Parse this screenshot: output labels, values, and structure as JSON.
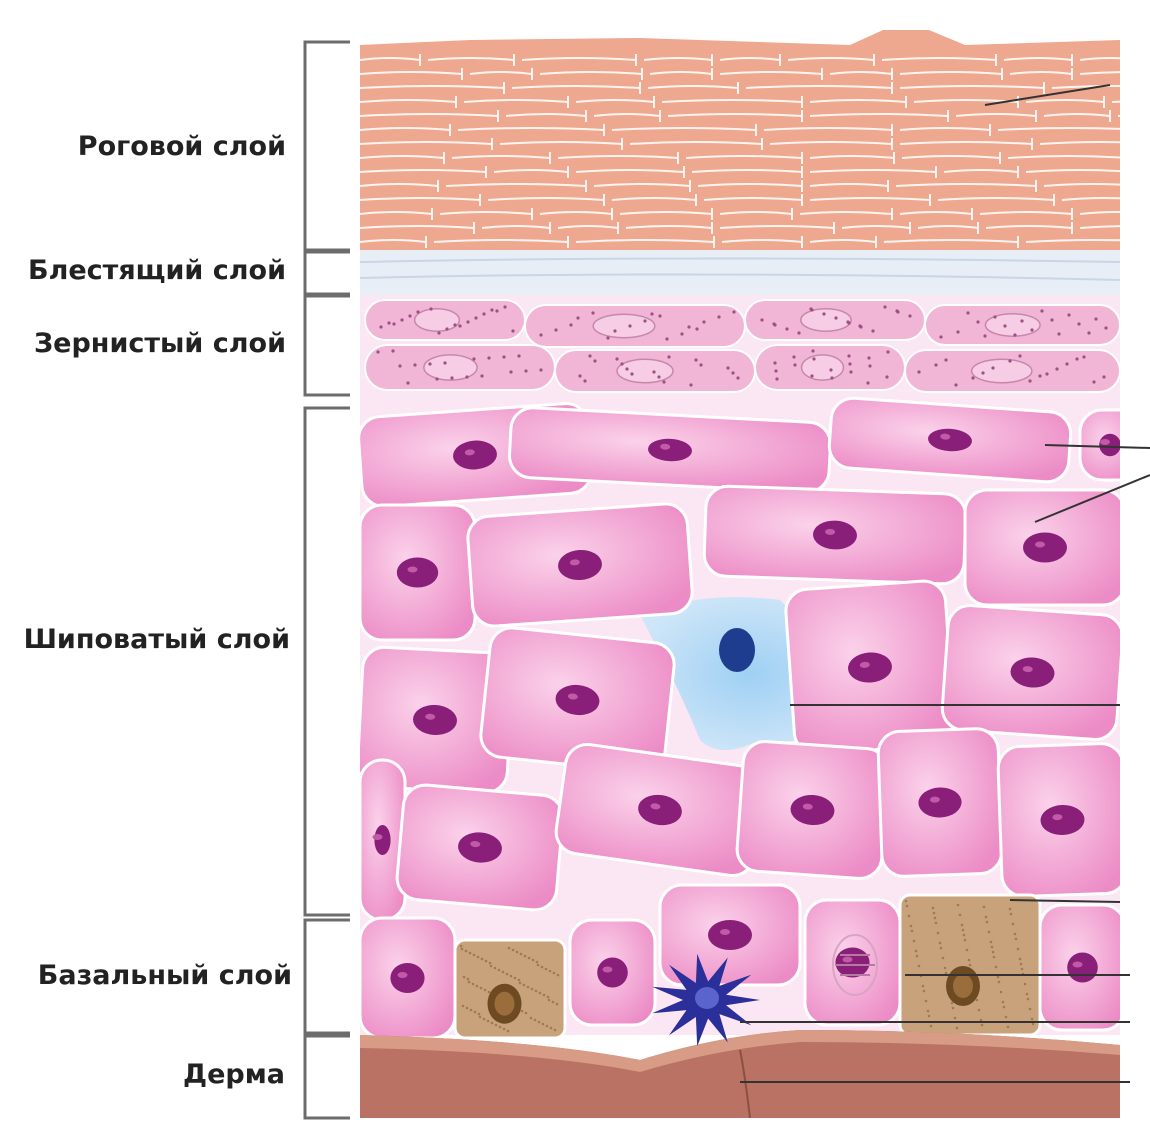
{
  "layers": [
    {
      "key": "stratum-corneum",
      "label": "Роговой слой"
    },
    {
      "key": "stratum-lucidum",
      "label": "Блестящий слой"
    },
    {
      "key": "stratum-granulosum",
      "label": "Зернистый слой"
    },
    {
      "key": "stratum-spinosum",
      "label": "Шиповатый слой"
    },
    {
      "key": "stratum-basale",
      "label": "Базальный слой"
    },
    {
      "key": "dermis",
      "label": "Дерма"
    }
  ],
  "colors": {
    "corneum": "#eea88f",
    "corneum_line": "#ffffff",
    "lucidum": "#e8eef6",
    "granulosum": "#f1b6d6",
    "spinous_cell": "#f29bd0",
    "spinous_bg": "#fbe6f3",
    "nucleus": "#8a1f7a",
    "langerhans": "#7fb7e6",
    "langerhans_nucleus": "#1e3d8f",
    "melanocyte": "#2b2f9a",
    "basal_pigment": "#c8a27a",
    "dermis_top": "#d79b86",
    "dermis": "#b97263"
  },
  "icons": [
    "melanocyte-icon",
    "langerhans-cell-icon",
    "mitosis-cell-icon"
  ]
}
